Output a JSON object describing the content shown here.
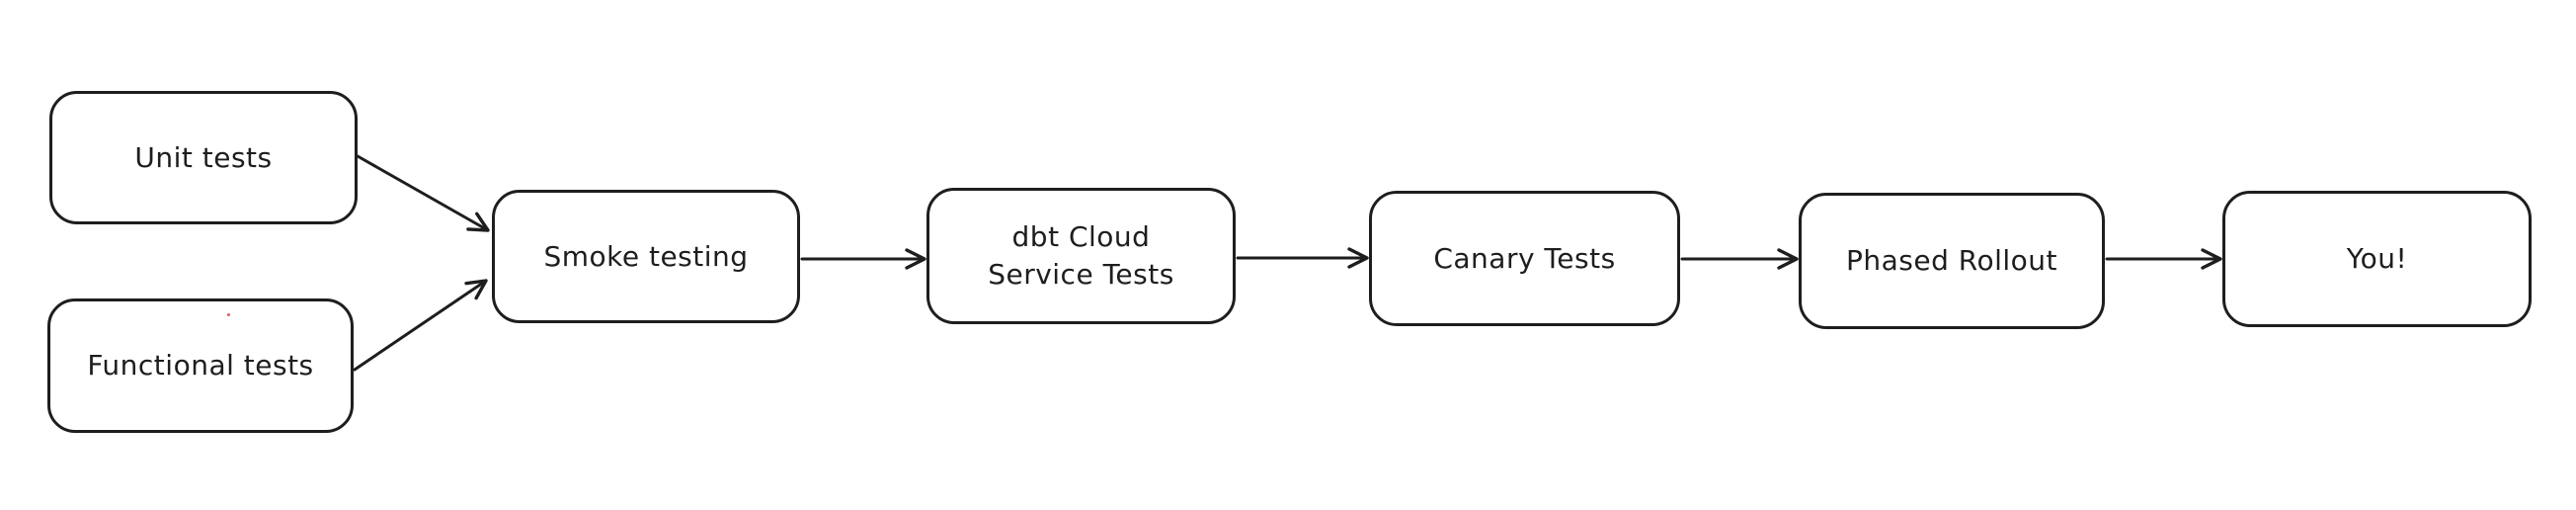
{
  "diagram": {
    "type": "flowchart",
    "background_color": "#ffffff",
    "stroke_color": "#1e1e1e",
    "artifact_dot_color": "#e05b5b",
    "nodes": [
      {
        "id": "unit-tests",
        "label": "Unit tests"
      },
      {
        "id": "functional-tests",
        "label": "Functional tests"
      },
      {
        "id": "smoke-testing",
        "label": "Smoke testing"
      },
      {
        "id": "dbt-cloud",
        "label": "dbt Cloud\nService Tests"
      },
      {
        "id": "canary-tests",
        "label": "Canary Tests"
      },
      {
        "id": "phased-rollout",
        "label": "Phased Rollout"
      },
      {
        "id": "you",
        "label": "You!"
      }
    ],
    "edges": [
      {
        "from": "unit-tests",
        "to": "smoke-testing"
      },
      {
        "from": "functional-tests",
        "to": "smoke-testing"
      },
      {
        "from": "smoke-testing",
        "to": "dbt-cloud"
      },
      {
        "from": "dbt-cloud",
        "to": "canary-tests"
      },
      {
        "from": "canary-tests",
        "to": "phased-rollout"
      },
      {
        "from": "phased-rollout",
        "to": "you"
      }
    ]
  }
}
